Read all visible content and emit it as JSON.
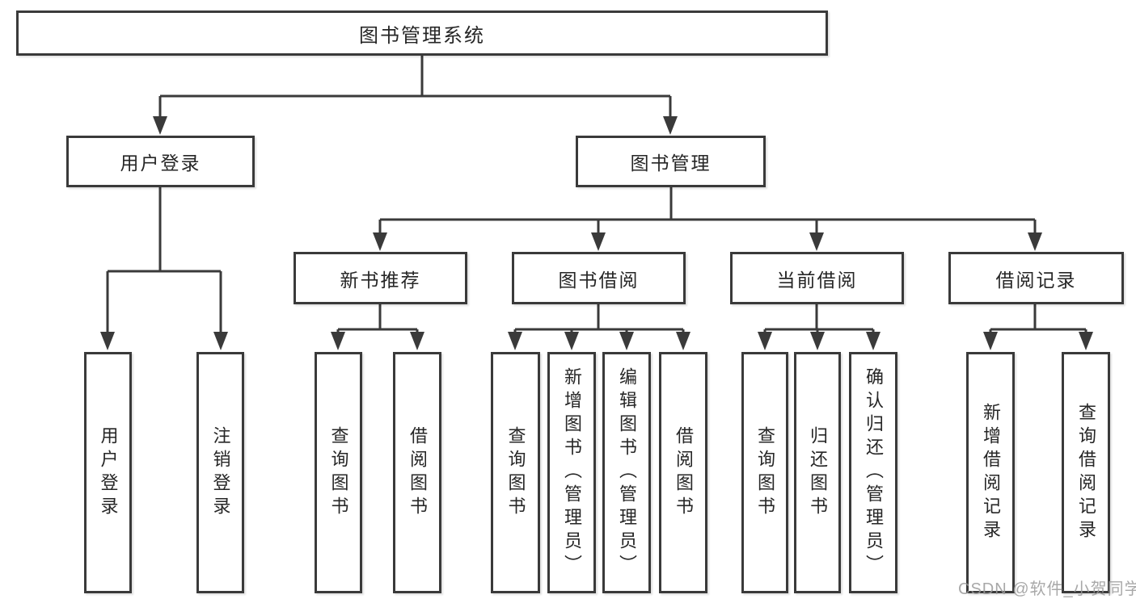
{
  "diagram": {
    "root": {
      "label": "图书管理系统"
    },
    "level2": [
      {
        "label": "用户登录"
      },
      {
        "label": "图书管理"
      }
    ],
    "level3": [
      {
        "label": "新书推荐"
      },
      {
        "label": "图书借阅"
      },
      {
        "label": "当前借阅"
      },
      {
        "label": "借阅记录"
      }
    ],
    "leaves": [
      {
        "label": "用户登录",
        "parent": "用户登录"
      },
      {
        "label": "注销登录",
        "parent": "用户登录"
      },
      {
        "label": "查询图书",
        "parent": "新书推荐"
      },
      {
        "label": "借阅图书",
        "parent": "新书推荐"
      },
      {
        "label": "查询图书",
        "parent": "图书借阅"
      },
      {
        "label": "新增图书（管理员）",
        "parent": "图书借阅"
      },
      {
        "label": "编辑图书（管理员）",
        "parent": "图书借阅"
      },
      {
        "label": "借阅图书",
        "parent": "图书借阅"
      },
      {
        "label": "查询图书",
        "parent": "当前借阅"
      },
      {
        "label": "归还图书",
        "parent": "当前借阅"
      },
      {
        "label": "确认归还（管理员）",
        "parent": "当前借阅"
      },
      {
        "label": "新增借阅记录",
        "parent": "借阅记录"
      },
      {
        "label": "查询借阅记录",
        "parent": "借阅记录"
      }
    ]
  },
  "watermark": {
    "text": "CSDN @软件_小贺同学"
  },
  "colors": {
    "line": "#3a3a3a",
    "box_background": "#ffffff",
    "text": "#262626",
    "watermark": "#9a9a9a"
  }
}
